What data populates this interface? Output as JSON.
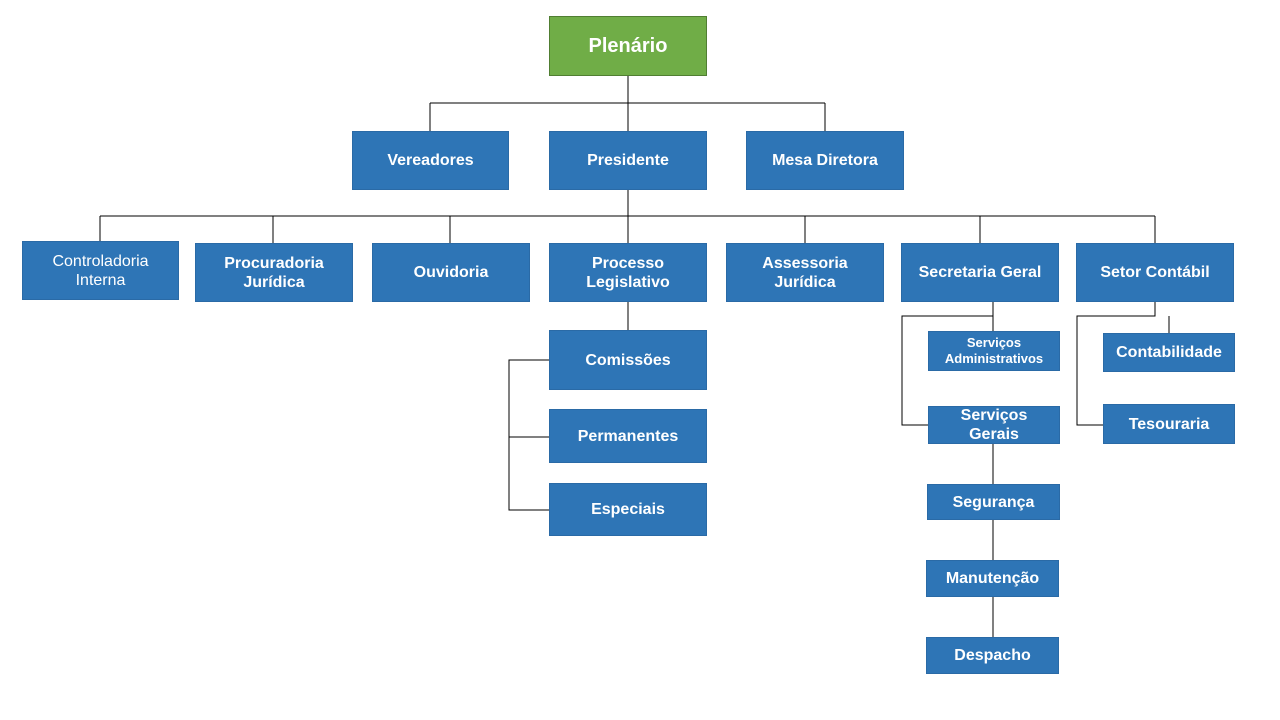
{
  "org_chart": {
    "root": {
      "label": "Plenário",
      "color": "#70ad47"
    },
    "box_color": "#2e75b6",
    "level1": {
      "vereadores": "Vereadores",
      "presidente": "Presidente",
      "mesa_diretora": "Mesa Diretora"
    },
    "level2": {
      "controladoria_interna": "Controladoria\nInterna",
      "procuradoria_juridica": "Procuradoria\nJurídica",
      "ouvidoria": "Ouvidoria",
      "processo_legislativo": "Processo\nLegislativo",
      "assessoria_juridica": "Assessoria\nJurídica",
      "secretaria_geral": "Secretaria Geral",
      "setor_contabil": "Setor Contábil"
    },
    "processo_legislativo_children": {
      "comissoes": "Comissões",
      "permanentes": "Permanentes",
      "especiais": "Especiais"
    },
    "secretaria_geral_children": {
      "servicos_administrativos": "Serviços\nAdministrativos",
      "servicos_gerais": "Serviços\nGerais",
      "seguranca": "Segurança",
      "manutencao": "Manutenção",
      "despacho": "Despacho"
    },
    "setor_contabil_children": {
      "contabilidade": "Contabilidade",
      "tesouraria": "Tesouraria"
    }
  }
}
